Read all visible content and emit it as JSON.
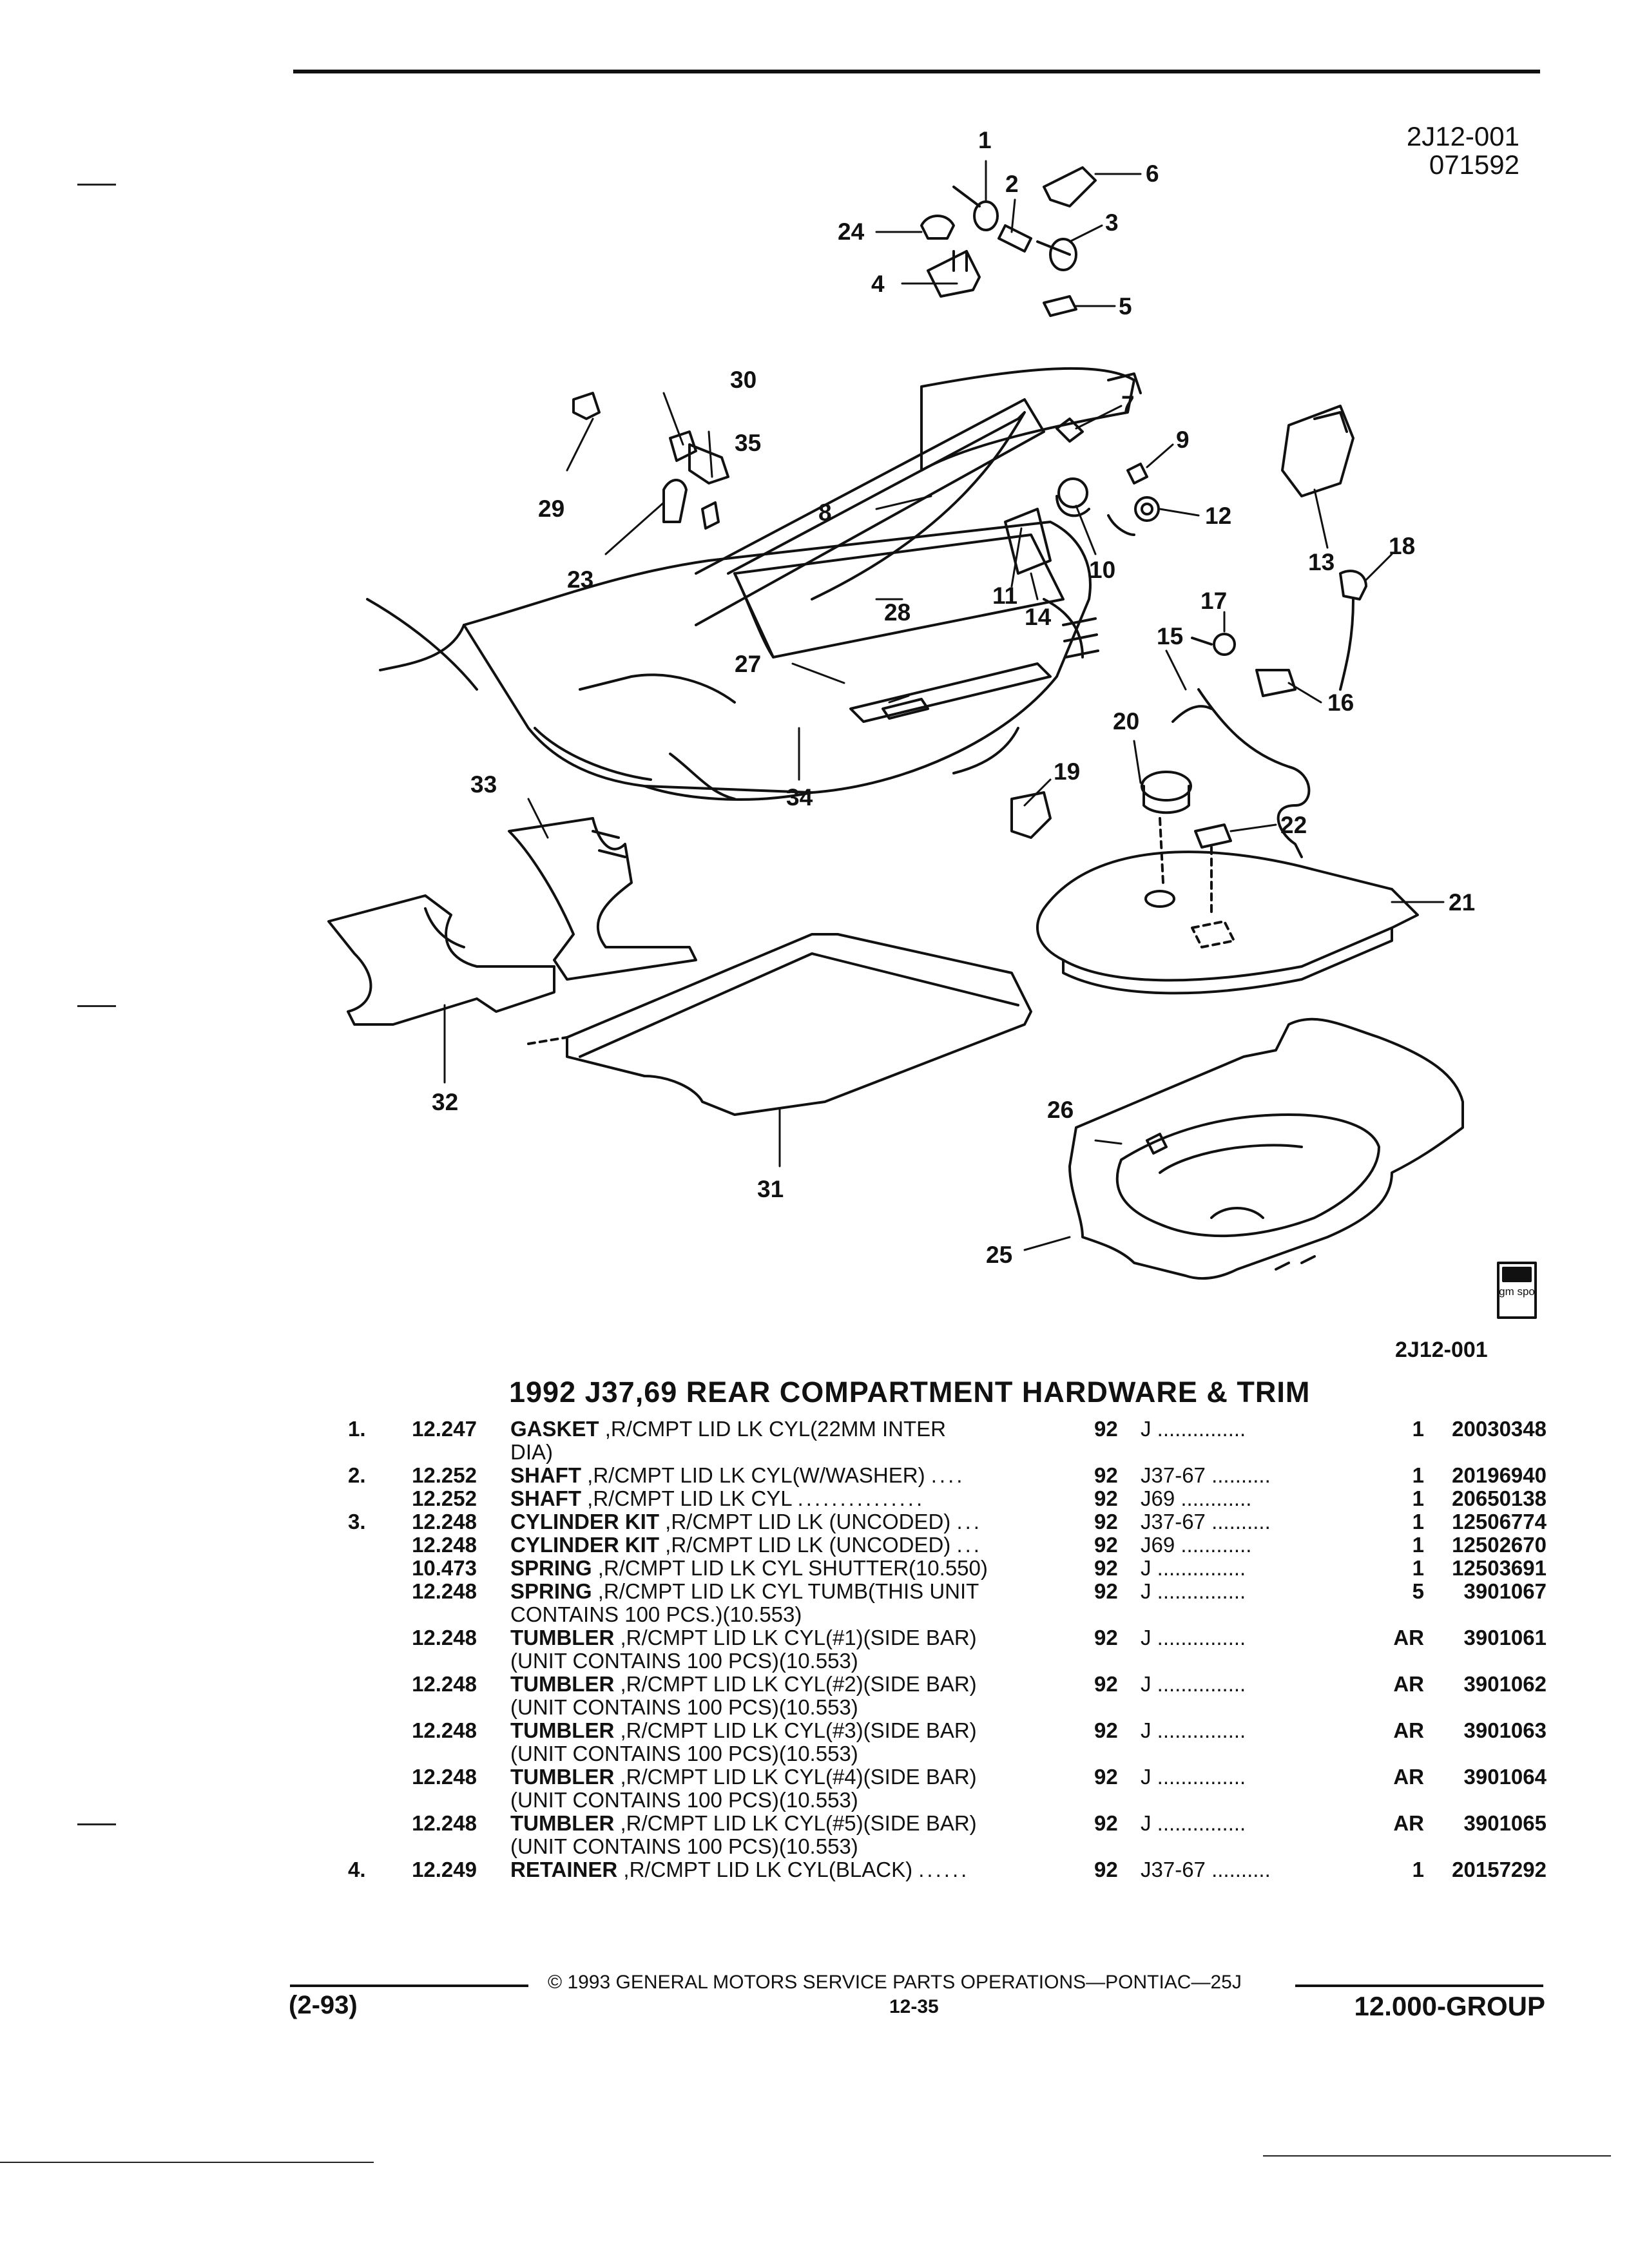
{
  "header": {
    "figure_code": "2J12-001",
    "date_code": "071592"
  },
  "illustration": {
    "callouts": [
      "1",
      "2",
      "3",
      "4",
      "5",
      "6",
      "7",
      "8",
      "9",
      "10",
      "11",
      "12",
      "13",
      "14",
      "15",
      "16",
      "17",
      "18",
      "19",
      "20",
      "21",
      "22",
      "23",
      "24",
      "25",
      "26",
      "27",
      "28",
      "29",
      "30",
      "31",
      "32",
      "33",
      "34",
      "35"
    ],
    "badge_text": "gm spo"
  },
  "figure_ref": "2J12-001",
  "section_title": "1992 J37,69 REAR COMPARTMENT HARDWARE & TRIM",
  "parts": [
    {
      "ref": "1.",
      "group": "12.247",
      "name": "GASKET",
      "desc": ",R/CMPT LID LK CYL(22MM INTER",
      "desc2": "DIA)",
      "leader": "",
      "year": "92",
      "model": "J",
      "dots": "...............",
      "qty": "1",
      "pn": "20030348"
    },
    {
      "ref": "2.",
      "group": "12.252",
      "name": "SHAFT",
      "desc": ",R/CMPT LID LK CYL(W/WASHER)",
      "desc2": "",
      "leader": "....",
      "year": "92",
      "model": "J37-67",
      "dots": "..........",
      "qty": "1",
      "pn": "20196940"
    },
    {
      "ref": "",
      "group": "12.252",
      "name": "SHAFT",
      "desc": ",R/CMPT LID LK CYL",
      "desc2": "",
      "leader": "...............",
      "year": "92",
      "model": "J69",
      "dots": "............",
      "qty": "1",
      "pn": "20650138"
    },
    {
      "ref": "3.",
      "group": "12.248",
      "name": "CYLINDER KIT",
      "desc": ",R/CMPT LID LK (UNCODED)",
      "desc2": "",
      "leader": "...",
      "year": "92",
      "model": "J37-67",
      "dots": "..........",
      "qty": "1",
      "pn": "12506774"
    },
    {
      "ref": "",
      "group": "12.248",
      "name": "CYLINDER KIT",
      "desc": ",R/CMPT LID LK (UNCODED)",
      "desc2": "",
      "leader": "...",
      "year": "92",
      "model": "J69",
      "dots": "............",
      "qty": "1",
      "pn": "12502670"
    },
    {
      "ref": "",
      "group": "10.473",
      "name": "SPRING",
      "desc": ",R/CMPT LID LK CYL SHUTTER(10.550)",
      "desc2": "",
      "leader": "",
      "year": "92",
      "model": "J",
      "dots": "...............",
      "qty": "1",
      "pn": "12503691"
    },
    {
      "ref": "",
      "group": "12.248",
      "name": "SPRING",
      "desc": ",R/CMPT LID LK CYL TUMB(THIS UNIT",
      "desc2": "CONTAINS 100 PCS.)(10.553)",
      "leader": "",
      "year": "92",
      "model": "J",
      "dots": "...............",
      "qty": "5",
      "pn": "3901067"
    },
    {
      "ref": "",
      "group": "12.248",
      "name": "TUMBLER",
      "desc": ",R/CMPT LID LK CYL(#1)(SIDE BAR)",
      "desc2": "(UNIT CONTAINS 100 PCS)(10.553)",
      "leader": "",
      "year": "92",
      "model": "J",
      "dots": "...............",
      "qty": "AR",
      "pn": "3901061"
    },
    {
      "ref": "",
      "group": "12.248",
      "name": "TUMBLER",
      "desc": ",R/CMPT LID LK CYL(#2)(SIDE BAR)",
      "desc2": "(UNIT CONTAINS 100 PCS)(10.553)",
      "leader": "",
      "year": "92",
      "model": "J",
      "dots": "...............",
      "qty": "AR",
      "pn": "3901062"
    },
    {
      "ref": "",
      "group": "12.248",
      "name": "TUMBLER",
      "desc": ",R/CMPT LID LK CYL(#3)(SIDE BAR)",
      "desc2": "(UNIT CONTAINS 100 PCS)(10.553)",
      "leader": "",
      "year": "92",
      "model": "J",
      "dots": "...............",
      "qty": "AR",
      "pn": "3901063"
    },
    {
      "ref": "",
      "group": "12.248",
      "name": "TUMBLER",
      "desc": ",R/CMPT LID LK CYL(#4)(SIDE BAR)",
      "desc2": "(UNIT CONTAINS 100 PCS)(10.553)",
      "leader": "",
      "year": "92",
      "model": "J",
      "dots": "...............",
      "qty": "AR",
      "pn": "3901064"
    },
    {
      "ref": "",
      "group": "12.248",
      "name": "TUMBLER",
      "desc": ",R/CMPT LID LK CYL(#5)(SIDE BAR)",
      "desc2": "(UNIT CONTAINS 100 PCS)(10.553)",
      "leader": "",
      "year": "92",
      "model": "J",
      "dots": "...............",
      "qty": "AR",
      "pn": "3901065"
    },
    {
      "ref": "4.",
      "group": "12.249",
      "name": "RETAINER",
      "desc": ",R/CMPT LID LK CYL(BLACK)",
      "desc2": "",
      "leader": "......",
      "year": "92",
      "model": "J37-67",
      "dots": "..........",
      "qty": "1",
      "pn": "20157292"
    }
  ],
  "footer": {
    "copyright": "© 1993 GENERAL MOTORS SERVICE PARTS OPERATIONS—PONTIAC—25J",
    "revision": "(2-93)",
    "page": "12-35",
    "group": "12.000-GROUP"
  }
}
